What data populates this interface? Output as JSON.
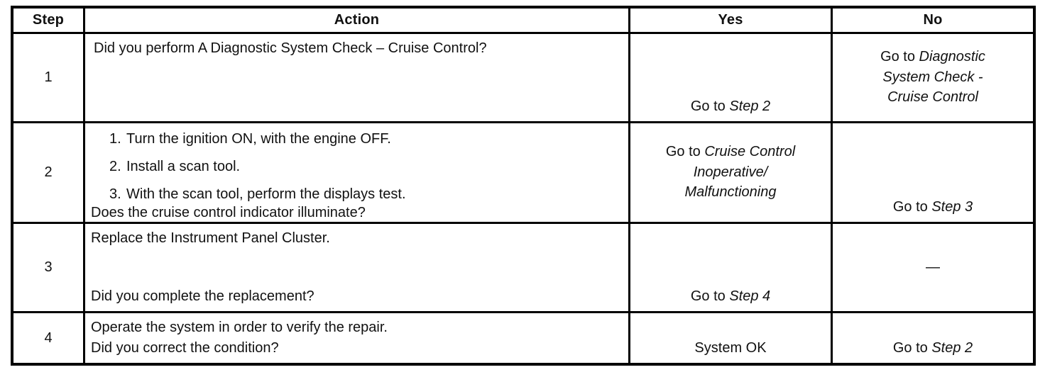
{
  "colors": {
    "paper": "#ffffff",
    "ink": "#111111",
    "border": "#000000"
  },
  "table": {
    "headers": {
      "step": "Step",
      "action": "Action",
      "yes": "Yes",
      "no": "No"
    },
    "rows": [
      {
        "step": "1",
        "statement": "Did you perform A Diagnostic System Check – Cruise Control?",
        "yes": {
          "prefix": "Go to ",
          "ref": "Step 2"
        },
        "no": {
          "line1_prefix": "Go to ",
          "line1_ref": "Diagnostic",
          "line2_ref": "System Check -",
          "line3_ref": "Cruise Control"
        }
      },
      {
        "step": "2",
        "items": [
          {
            "num": "1.",
            "text": "Turn the ignition ON, with the engine OFF."
          },
          {
            "num": "2.",
            "text": "Install a scan tool."
          },
          {
            "num": "3.",
            "text": "With the scan tool, perform the displays test."
          }
        ],
        "question": "Does the cruise control indicator illuminate?",
        "yes": {
          "line1_prefix": "Go to ",
          "line1_ref": "Cruise Control",
          "line2_ref": "Inoperative/",
          "line3_ref": "Malfunctioning"
        },
        "no": {
          "prefix": "Go to ",
          "ref": "Step 3"
        }
      },
      {
        "step": "3",
        "statement": "Replace the Instrument Panel Cluster.",
        "question": "Did you complete the replacement?",
        "yes": {
          "prefix": "Go to ",
          "ref": "Step 4"
        },
        "no": {
          "dash": "—"
        }
      },
      {
        "step": "4",
        "statement": "Operate the system in order to verify the repair.",
        "question": "Did you correct the condition?",
        "yes": {
          "text": "System OK"
        },
        "no": {
          "prefix": "Go to ",
          "ref": "Step 2"
        }
      }
    ]
  }
}
